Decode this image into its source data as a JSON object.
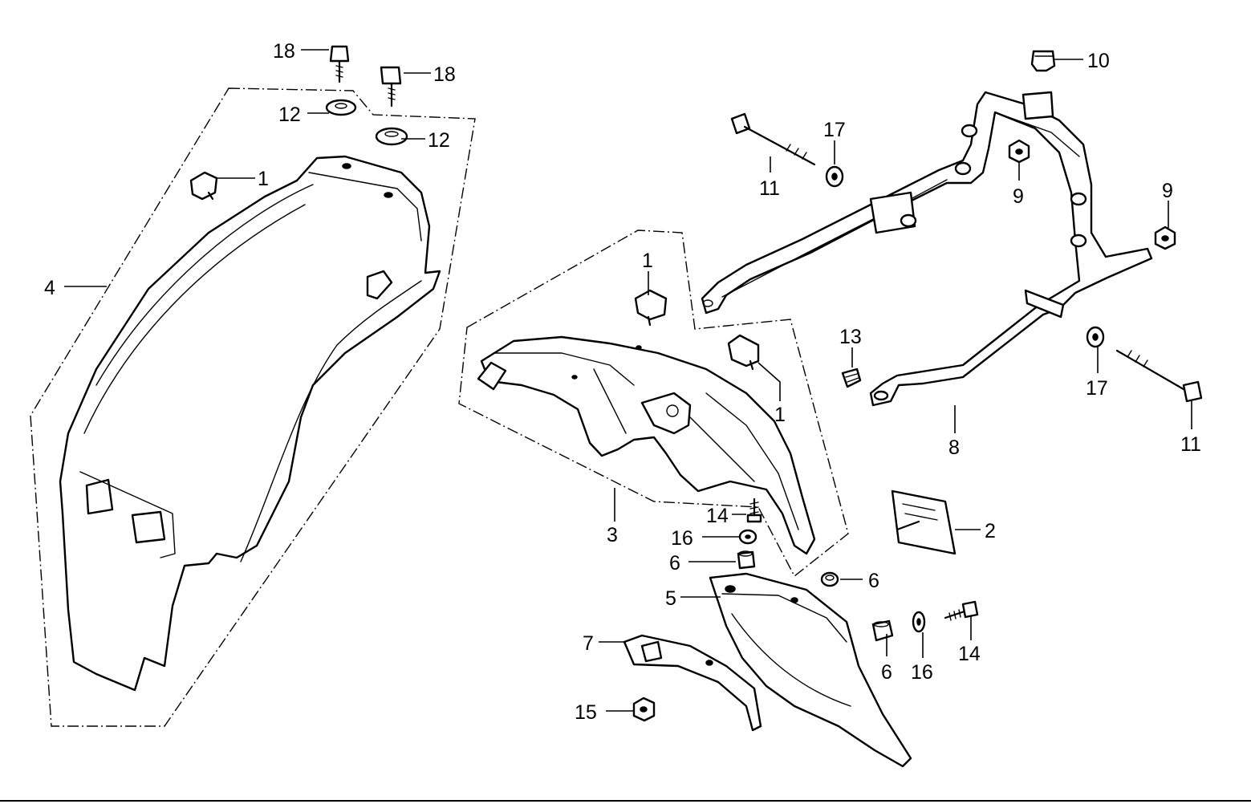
{
  "callouts": {
    "c1_top": "1",
    "c1_mid": "1",
    "c1_right": "1",
    "c2": "2",
    "c3": "3",
    "c4": "4",
    "c5": "5",
    "c6_a": "6",
    "c6_b": "6",
    "c6_c": "6",
    "c7": "7",
    "c8": "8",
    "c9_a": "9",
    "c9_b": "9",
    "c10": "10",
    "c11_a": "11",
    "c11_b": "11",
    "c12_a": "12",
    "c12_b": "12",
    "c13": "13",
    "c14_a": "14",
    "c14_b": "14",
    "c15": "15",
    "c16_a": "16",
    "c16_b": "16",
    "c17_a": "17",
    "c17_b": "17",
    "c18_a": "18",
    "c18_b": "18"
  },
  "colors": {
    "ink": "#000000",
    "paper": "#ffffff"
  }
}
